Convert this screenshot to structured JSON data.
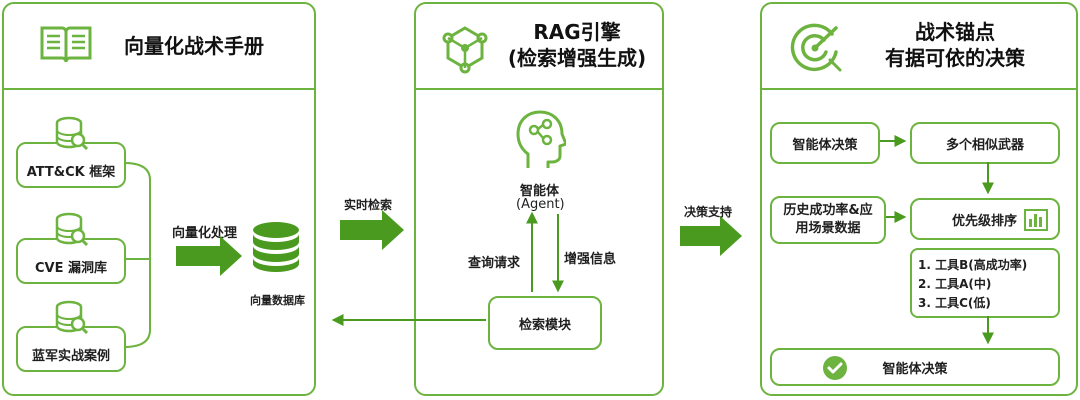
{
  "panels": {
    "left": {
      "title": "向量化战术手册"
    },
    "middle": {
      "title_line1": "RAG引擎",
      "title_line2": "(检索增强生成)"
    },
    "right": {
      "title_line1": "战术锚点",
      "title_line2": "有据可依的决策"
    }
  },
  "left_sources": [
    "ATT&CK 框架",
    "CVE 漏洞库",
    "蓝军实战案例"
  ],
  "vectorize_label": "向量化处理",
  "vector_db_label": "向量数据库",
  "realtime_label": "实时检索",
  "agent": {
    "name": "智能体",
    "sub": "(Agent)"
  },
  "query_label": "查询请求",
  "enhance_label": "增强信息",
  "retrieval_module": "检索模块",
  "decision_support_label": "决策支持",
  "right_flow": {
    "agent_decision": "智能体决策",
    "similar_weapons": "多个相似武器",
    "history_line1": "历史成功率&应",
    "history_line2": "用场景数据",
    "priority_sort": "优先级排序",
    "ranking": [
      "1. 工具B(高成功率)",
      "2. 工具A(中)",
      "3. 工具C(低)"
    ],
    "final_decision": "智能体决策"
  },
  "colors": {
    "accent": "#6db33f",
    "arrow": "#4a9a1f"
  }
}
